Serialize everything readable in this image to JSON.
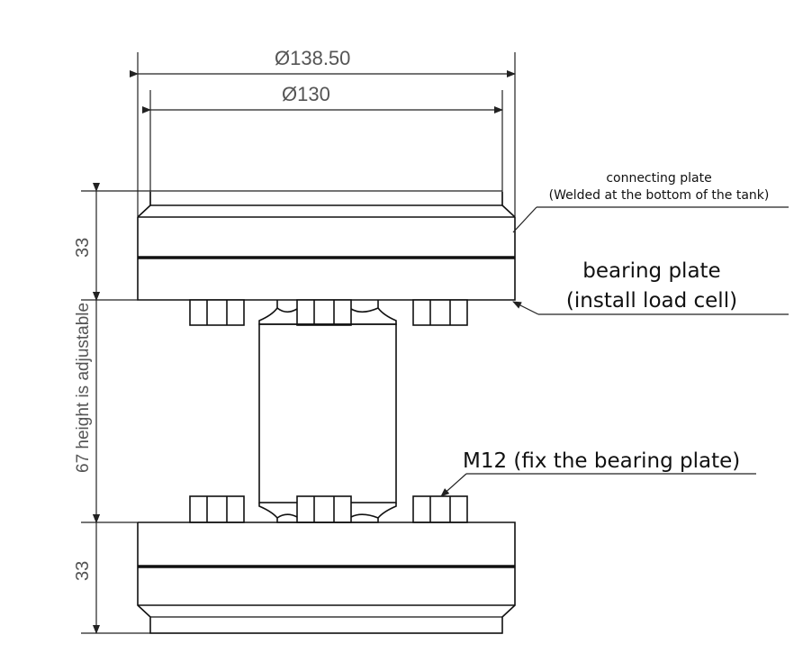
{
  "dimensions": {
    "outer_diameter": "Ø138.50",
    "inner_diameter": "Ø130",
    "top_height": "33",
    "middle_height": "67 height is adjustable",
    "bottom_height": "33"
  },
  "callouts": {
    "connecting_plate_title": "connecting plate",
    "connecting_plate_note": "(Welded at the bottom of the tank)",
    "bearing_plate_title": "bearing plate",
    "bearing_plate_note": "(install load cell)",
    "bolt_note": "M12 (fix the bearing plate)"
  }
}
